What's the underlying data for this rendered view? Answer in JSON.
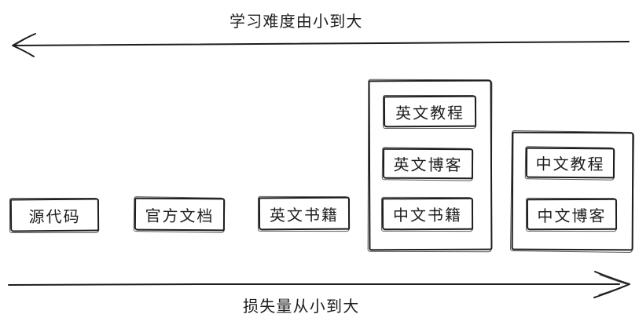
{
  "canvas": {
    "background_color": "#ffffff",
    "stroke_color": "#1e1e1e"
  },
  "axes": {
    "top": {
      "label": "学习难度由小到大",
      "direction": "left"
    },
    "bottom": {
      "label": "损失量从小到大",
      "direction": "right"
    }
  },
  "nodes": {
    "source_code": {
      "label": "源代码"
    },
    "official_docs": {
      "label": "官方文档"
    },
    "english_books": {
      "label": "英文书籍"
    },
    "english_tutorials": {
      "label": "英文教程"
    },
    "english_blogs": {
      "label": "英文博客"
    },
    "chinese_books": {
      "label": "中文书籍"
    },
    "chinese_tutorials": {
      "label": "中文教程"
    },
    "chinese_blogs": {
      "label": "中文博客"
    }
  },
  "groups": {
    "middle_group": {
      "children": [
        "english_tutorials",
        "english_blogs",
        "chinese_books"
      ]
    },
    "right_group": {
      "children": [
        "chinese_tutorials",
        "chinese_blogs"
      ]
    }
  }
}
